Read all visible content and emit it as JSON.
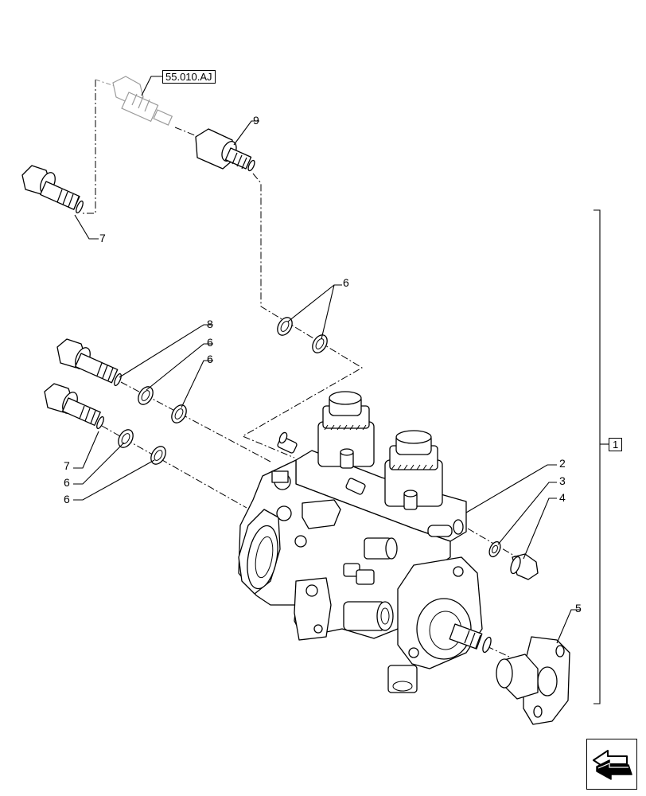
{
  "reference_labels": {
    "group_ref": "55.010.AJ",
    "assembly_ref": "1"
  },
  "callouts": {
    "c9": "9",
    "c7_top": "7",
    "c6_upper": "6",
    "c8": "8",
    "c6_a": "6",
    "c6_b": "6",
    "c7_mid": "7",
    "c6_c": "6",
    "c6_d": "6",
    "c2": "2",
    "c3": "3",
    "c4": "4",
    "c5": "5"
  },
  "navigation": {
    "icon": "arrow-back-icon"
  }
}
